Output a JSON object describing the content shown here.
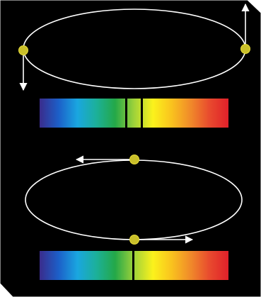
{
  "panel": {
    "background": "#000000",
    "edge": "#ffffff"
  },
  "colors": {
    "orbit": "#ffffff",
    "arrow": "#ffffff",
    "body_fill": "#c9bf2a",
    "body_stroke": "#e6dc3a",
    "spectral_line": "#000000"
  },
  "spectrum_stops": [
    "#3a2c8c",
    "#1c5fc8",
    "#1aa6e0",
    "#1cb09a",
    "#24a848",
    "#9fd23a",
    "#fbf21c",
    "#f9c21e",
    "#f08a2a",
    "#e84a2e",
    "#e0202a"
  ],
  "diagrams": [
    {
      "name": "top",
      "bodies": [
        "left",
        "right"
      ],
      "arrows": [
        "left-body-down",
        "right-body-up"
      ],
      "spectral_lines": 2
    },
    {
      "name": "bottom",
      "bodies": [
        "top",
        "bottom"
      ],
      "arrows": [
        "top-body-left",
        "bottom-body-right"
      ],
      "spectral_lines": 1
    }
  ]
}
